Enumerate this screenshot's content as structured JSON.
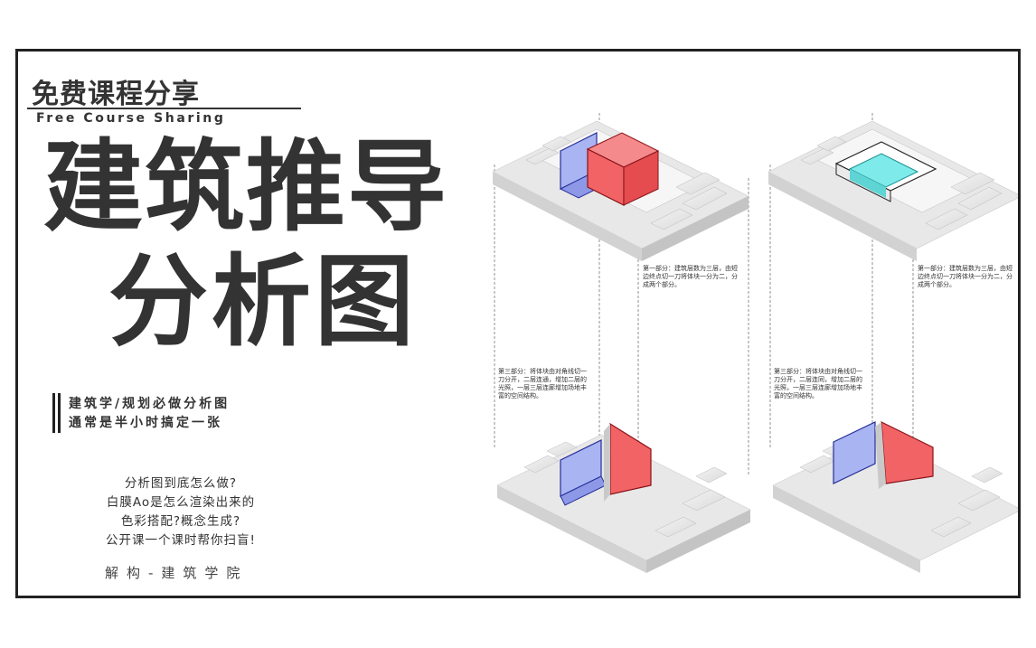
{
  "badge": {
    "title": "免费课程分享",
    "subtitle": "Free Course Sharing"
  },
  "main_title": {
    "line1": "建筑推导",
    "line2": "分析图"
  },
  "tagline": {
    "line1": "建筑学/规划必做分析图",
    "line2": "通常是半小时搞定一张"
  },
  "questions": [
    "分析图到底怎么做?",
    "白膜Ao是怎么渲染出来的",
    "色彩搭配?概念生成?",
    "公开课一个课时帮你扫盲!"
  ],
  "signature": "解构-建筑学院",
  "diagrams": {
    "left_note_top": [
      "第一部分：建筑层数为三层，由短",
      "边终点切一刀将体块一分为二，分",
      "成两个部分。"
    ],
    "left_note_mid": [
      "第三部分：将体块由对角线切一",
      "刀分开，二层连通，增加二层的",
      "光照，一层三层连廊增加场地丰",
      "富的空间结构。"
    ],
    "right_note_top": [
      "第一部分：建筑层数为三层，由短",
      "边终点切一刀将体块一分为二，分",
      "成两个部分。"
    ],
    "right_note_mid": [
      "第三部分：将体块由对角线切一",
      "刀分开，二层连同，增加二层的",
      "光照，一层三层连廊增加场地丰",
      "富的空间结构。"
    ]
  },
  "colors": {
    "blue": "#a9b4f2",
    "red": "#f26366",
    "cyan": "#7eeaea",
    "ink": "#333333"
  }
}
